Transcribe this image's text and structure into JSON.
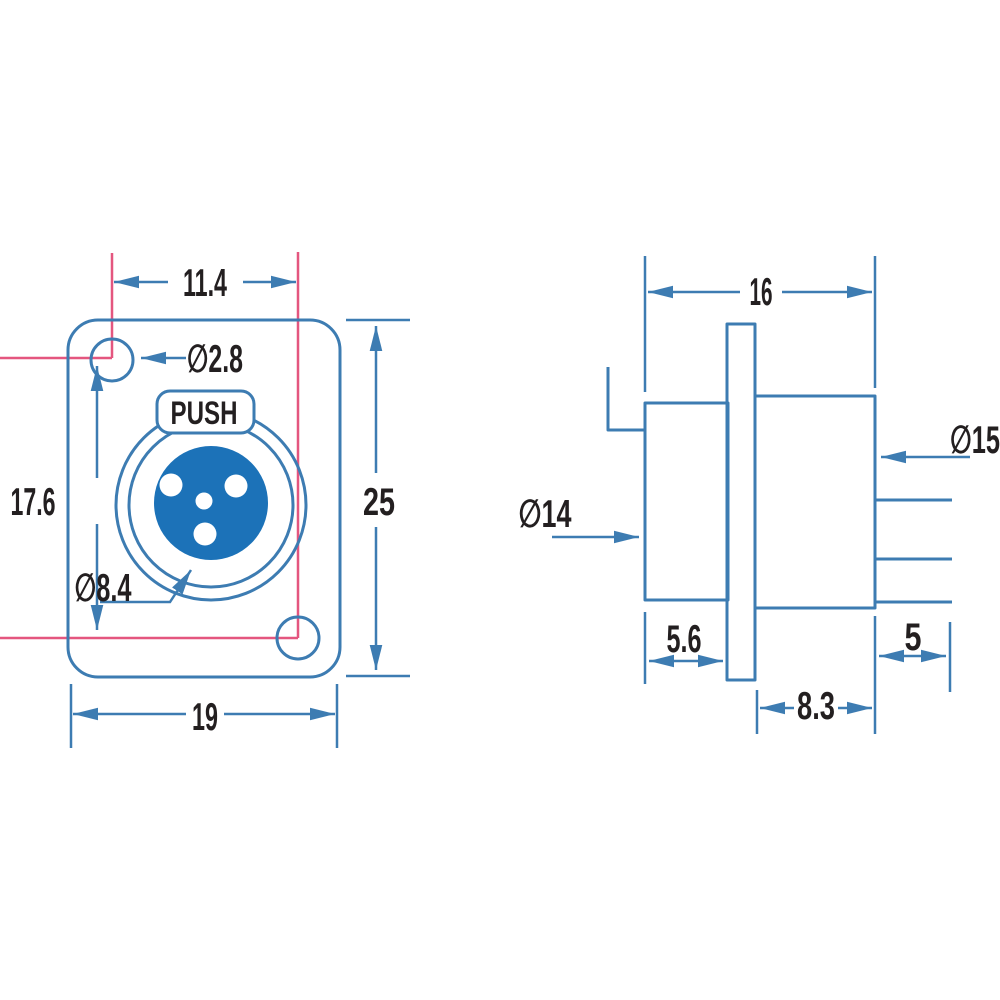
{
  "colors": {
    "line_blue": "#3d7cb2",
    "fill_blue": "#1c72b8",
    "pink": "#e4567f",
    "ink": "#231f20",
    "paper": "#ffffff"
  },
  "front_view": {
    "push_label": "PUSH",
    "dim_hole_spacing_horizontal": "11.4",
    "dim_mount_hole_diameter": "∅2.8",
    "dim_hole_spacing_vertical": "17.6",
    "dim_plate_height": "25",
    "dim_plate_width": "19",
    "dim_insert_diameter": "∅8.4"
  },
  "side_view": {
    "dim_total_depth": "16",
    "dim_rear_body_diameter": "∅15",
    "dim_front_barrel_diameter": "∅14",
    "dim_front_barrel_depth": "5.6",
    "dim_rear_body_depth": "8.3",
    "dim_pin_length": "5"
  }
}
